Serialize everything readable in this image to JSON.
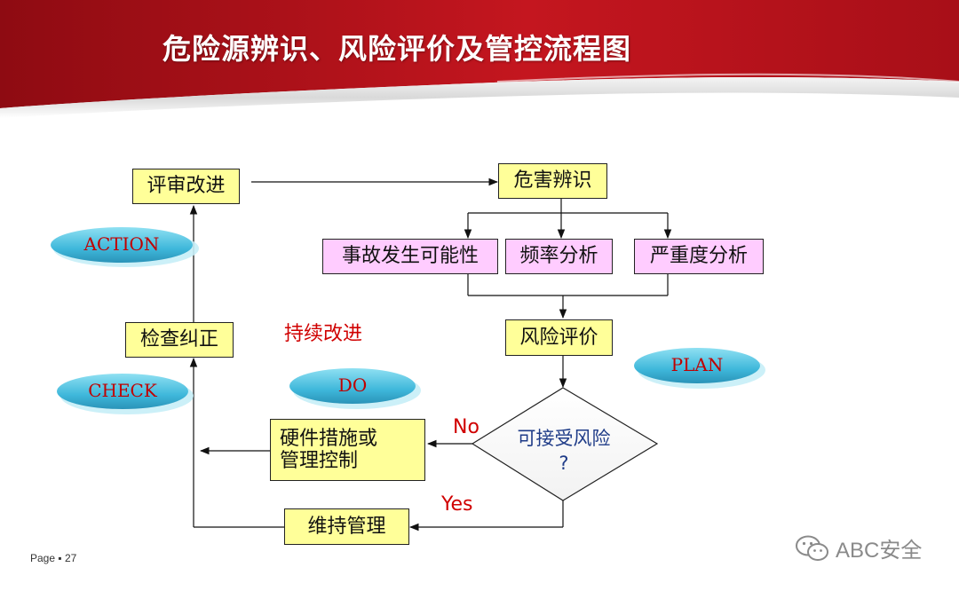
{
  "title": "危险源辨识、风险评价及管控流程图",
  "boxes": {
    "review": "评审改进",
    "hazard_id": "危害辨识",
    "likelihood": "事故发生可能性",
    "frequency": "频率分析",
    "severity": "严重度分析",
    "risk_eval": "风险评价",
    "inspect": "检查纠正",
    "control_line1": "硬件措施或",
    "control_line2": "管理控制",
    "maintain": "维持管理"
  },
  "diamond": {
    "line1": "可接受风险",
    "line2": "?"
  },
  "cycle": {
    "action": "ACTION",
    "check": "CHECK",
    "do": "DO",
    "plan": "PLAN"
  },
  "continuous": "持续改进",
  "branch_no": "No",
  "branch_yes": "Yes",
  "page": "Page ▪ 27",
  "watermark": "ABC安全",
  "colors": {
    "header_red": "#b5121b",
    "box_yellow": "#ffff99",
    "box_pink": "#ffccff",
    "ellipse_teal": "#4cc4e0",
    "text_red": "#d00000"
  }
}
